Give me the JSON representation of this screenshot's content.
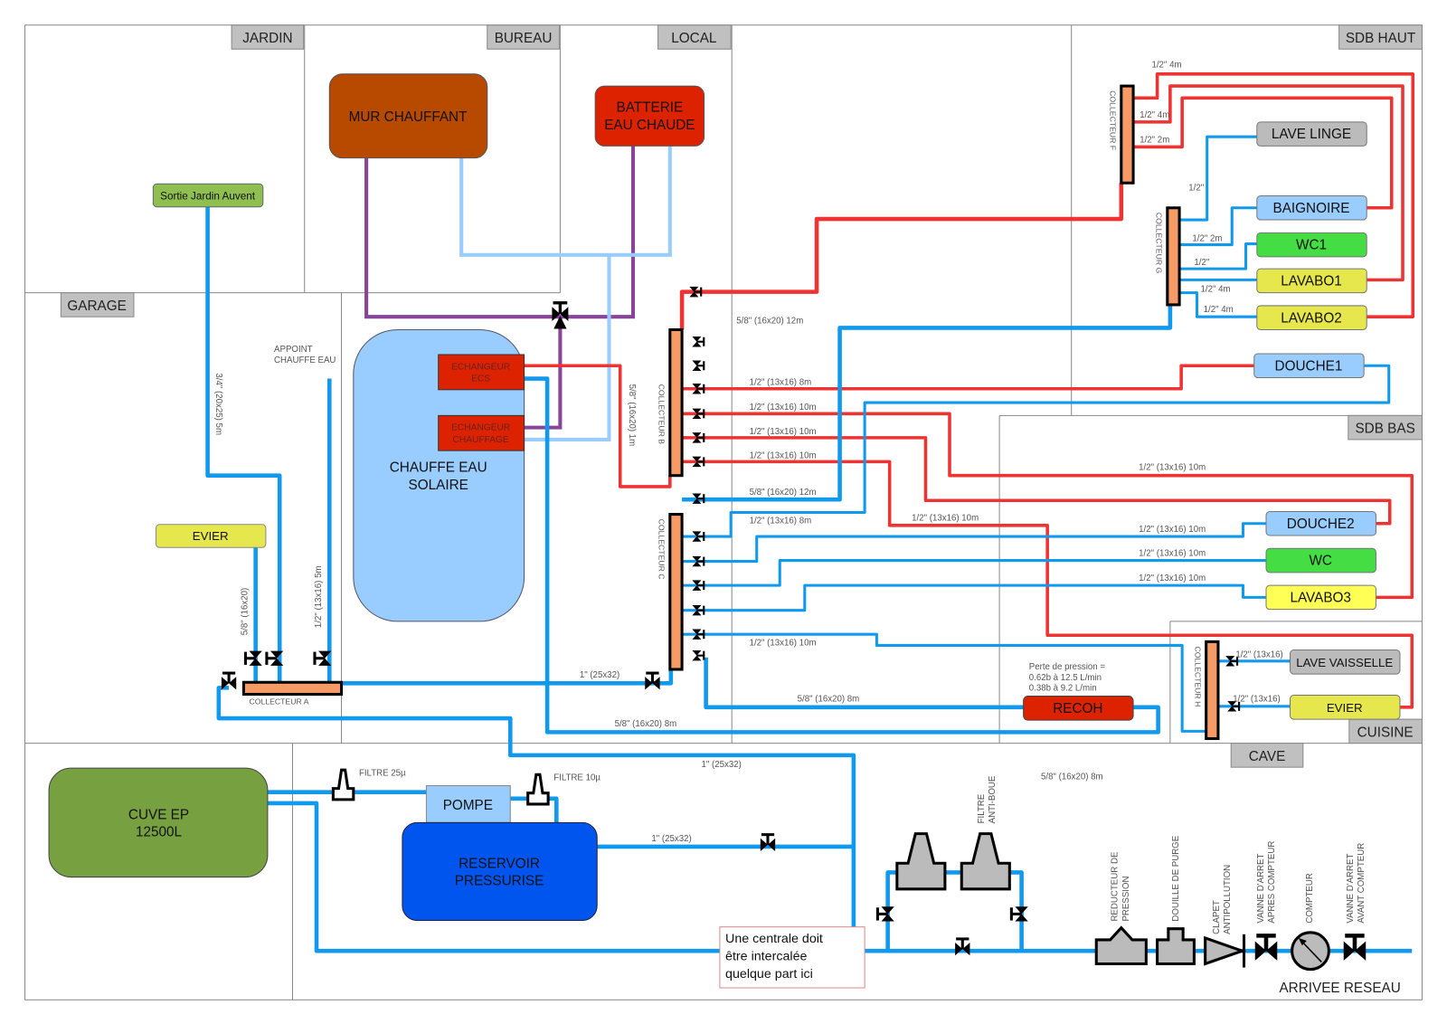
{
  "colors": {
    "cold_water": "#1199ee",
    "hot_water": "#ee3333",
    "heating_loop": "#884499",
    "solar_return": "#99ccff",
    "collector": "#f79b66"
  },
  "rooms": {
    "jardin": "JARDIN",
    "bureau": "BUREAU",
    "local": "LOCAL",
    "sdb_haut": "SDB HAUT",
    "garage": "GARAGE",
    "sdb_bas": "SDB BAS",
    "cuisine": "CUISINE",
    "cave": "CAVE"
  },
  "equipment": {
    "mur_chauffant": "MUR CHAUFFANT",
    "batterie": [
      "BATTERIE",
      "EAU CHAUDE"
    ],
    "sortie_jardin": "Sortie Jardin Auvent",
    "chauffe_eau": [
      "CHAUFFE EAU",
      "SOLAIRE"
    ],
    "echangeur_ecs": [
      "ECHANGEUR",
      "ECS"
    ],
    "echangeur_chauffage": [
      "ECHANGEUR",
      "CHAUFFAGE"
    ],
    "appoint": [
      "APPOINT",
      "CHAUFFE EAU"
    ],
    "evier_garage": "EVIER",
    "cuve": [
      "CUVE EP",
      "12500L"
    ],
    "pompe": "POMPE",
    "reservoir": [
      "RESERVOIR",
      "PRESSURISE"
    ],
    "recoh": "RECOH",
    "perte_pression": [
      "Perte de pression =",
      "0.62b à 12.5 L/min",
      "0.38b à 9.2 L/min"
    ],
    "filtre_25": "FILTRE 25µ",
    "filtre_10": "FILTRE 10µ",
    "filtre_anti_boue": [
      "FILTRE",
      "ANTI-BOUE"
    ]
  },
  "fixtures": {
    "lave_linge": "LAVE LINGE",
    "baignoire": "BAIGNOIRE",
    "wc1": "WC1",
    "lavabo1": "LAVABO1",
    "lavabo2": "LAVABO2",
    "douche1": "DOUCHE1",
    "douche2": "DOUCHE2",
    "wc": "WC",
    "lavabo3": "LAVABO3",
    "lave_vaisselle": "LAVE VAISSELLE",
    "evier_cuisine": "EVIER"
  },
  "collectors": {
    "a": "COLLECTEUR  A",
    "b": "COLLECTEUR  B",
    "c": "COLLECTEUR  C",
    "f": "COLLECTEUR  F",
    "g": "COLLECTEUR  G",
    "h": "COLLECTEUR  H"
  },
  "pipe_labels": {
    "jardin": "3/4\" (20x25) 5m",
    "evier_garage": "5/8\" (16x20)",
    "appoint": "1/2\" (13x16) 5m",
    "a_to_c": "1\" (25x32)",
    "ecs_to_b": "5/8\" (16x20) 1m",
    "b_top": "5/8\" (16x20) 12m",
    "b1": "1/2\" (13x16) 8m",
    "b2": "1/2\" (13x16) 10m",
    "b3": "1/2\" (13x16) 10m",
    "b4": "1/2\" (13x16) 10m",
    "c_top": "5/8\" (16x20) 12m",
    "c1": "1/2\" (13x16) 8m",
    "c5": "1/2\" (13x16) 10m",
    "b4_long": "1/2\" (13x16) 10m",
    "sdb_bas_red": "1/2\" (13x16) 10m",
    "douche2": "1/2\" (13x16) 10m",
    "wc": "1/2\" (13x16) 10m",
    "lavabo3": "1/2\" (13x16) 10m",
    "recoh": "5/8\" (16x20) 8m",
    "ecs_return": "5/8\" (16x20) 8m",
    "main_feed": "1\" (25x32)",
    "reservoir_out": "1\" (25x32)",
    "cave": "5/8\" (16x20) 8m",
    "f1": "1/2\" 4m",
    "f2": "1/2\" 4m",
    "f3": "1/2\" 2m",
    "g1": "1/2\"",
    "g2": "1/2\" 2m",
    "g3": "1/2\"",
    "g4": "1/2\" 4m",
    "g5": "1/2\" 4m",
    "h1": "1/2\" (13x16)",
    "h2": "1/2\" (13x16)"
  },
  "devices": {
    "reducteur": [
      "REDUCTEUR DE",
      "PRESSION"
    ],
    "douille": "DOUILLE DE PURGE",
    "clapet": [
      "CLAPET",
      "ANTIPOLLUTION"
    ],
    "vanne_apres": [
      "VANNE D'ARRET",
      "APRES COMPTEUR"
    ],
    "compteur": "COMPTEUR",
    "vanne_avant": [
      "VANNE D'ARRET",
      "AVANT COMPTEUR"
    ],
    "arrivee": "ARRIVEE RESEAU"
  },
  "note": [
    "Une centrale doit",
    "être intercalée",
    "quelque part ici"
  ]
}
